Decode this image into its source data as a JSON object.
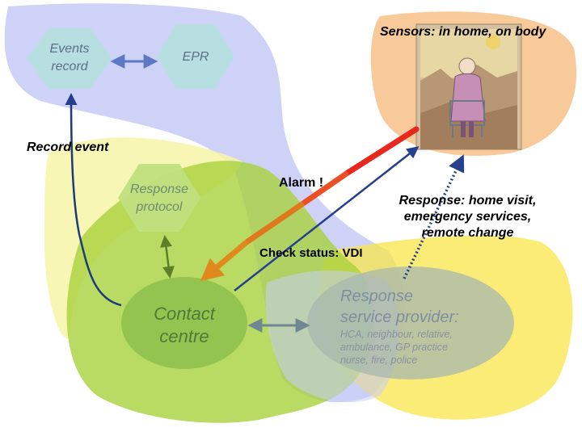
{
  "nodes": {
    "events_record": "Events\nrecord",
    "epr": "EPR",
    "response_protocol": "Response\nprotocol",
    "contact_centre": "Contact\ncentre",
    "provider_title": "Response\nservice provider:",
    "provider_detail": "HCA, neighbour, relative,\nambulance, GP practice\nnurse, fire, police"
  },
  "labels": {
    "sensors": "Sensors: in home, on body",
    "record_event": "Record event",
    "alarm": "Alarm !",
    "response": "Response: home visit,\nemergency services,\nremote change",
    "check_status": "Check status: VDI"
  },
  "colors": {
    "region_blue": "#c9cdf6",
    "region_green": "#a9d23c",
    "region_yellow": "#f8e64a",
    "region_orange": "#f7c48f",
    "alarm_red": "#e8281e",
    "response_navy": "#27408e"
  }
}
